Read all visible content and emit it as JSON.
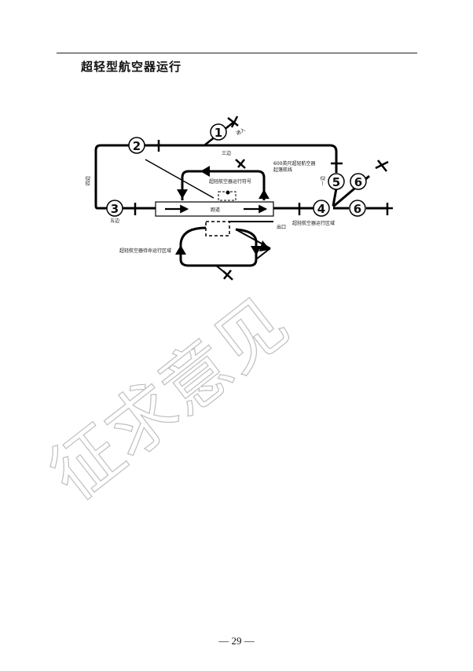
{
  "section_title": "超轻型航空器运行",
  "page_number": "— 29 —",
  "watermark": "征求意见",
  "diagram": {
    "positions": {
      "p1": "1",
      "p2": "2",
      "p3": "3",
      "p4": "4",
      "p5": "5",
      "p6a": "6",
      "p6b": "6"
    },
    "labels": {
      "entry": "进入",
      "downwind": "三边",
      "crosswind": "四边",
      "base_leg": "五边",
      "upwind": "一边",
      "landing_note_line1": "600英尺超轻航空器",
      "landing_note_line2": "起落航线",
      "signal_area": "超轻航空器运行符号",
      "runway": "跑道",
      "exit": "出口",
      "ultralight_area": "超轻航空器运行区域",
      "ultralight_standby_area": "超轻航空器待命运行区域"
    }
  }
}
